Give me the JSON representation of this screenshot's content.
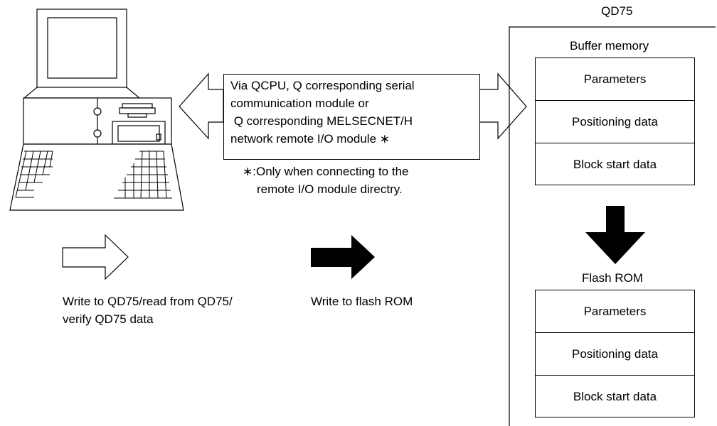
{
  "module": {
    "title": "QD75",
    "buffer_title": "Buffer memory",
    "buffer_items": [
      "Parameters",
      "Positioning data",
      "Block start data"
    ],
    "flash_title": "Flash ROM",
    "flash_items": [
      "Parameters",
      "Positioning data",
      "Block start data"
    ]
  },
  "connection": {
    "lines": [
      "Via QCPU, Q corresponding serial",
      "communication module or",
      " Q corresponding MELSECNET/H",
      "network remote I/O module ∗"
    ],
    "note_lines": [
      "∗:Only when connecting to the",
      "remote I/O module directry."
    ]
  },
  "legend": {
    "white_arrow_lines": [
      "Write to QD75/read from QD75/",
      "verify QD75 data"
    ],
    "black_arrow_label": "Write to flash ROM"
  }
}
